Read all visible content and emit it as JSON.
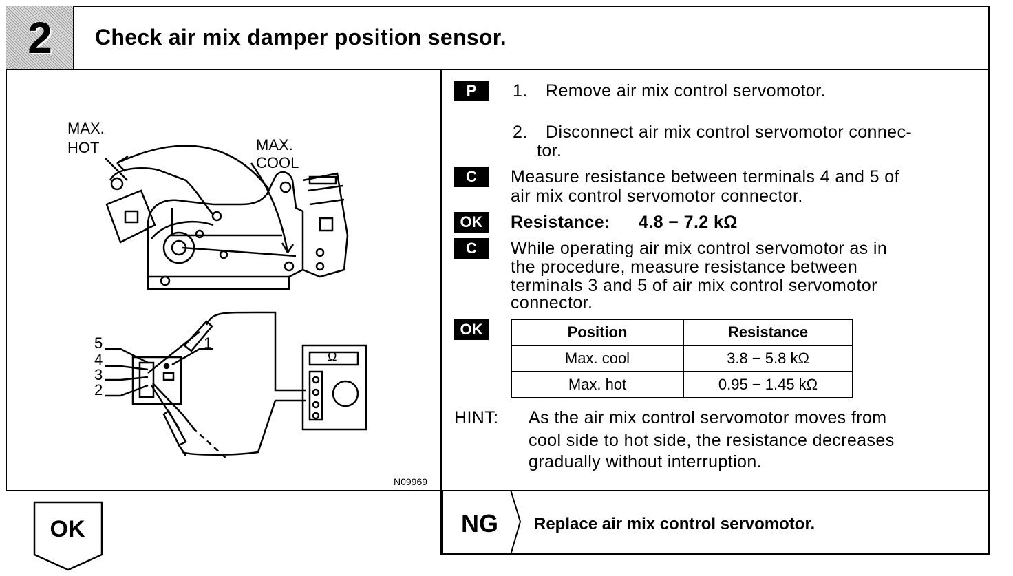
{
  "header": {
    "step_number": "2",
    "title": "Check air mix damper position sensor."
  },
  "figure": {
    "label_max_hot_1": "MAX.",
    "label_max_hot_2": "HOT",
    "label_max_cool_1": "MAX.",
    "label_max_cool_2": "COOL",
    "terminals": [
      "5",
      "4",
      "3",
      "2",
      "1"
    ],
    "meter_symbol": "Ω",
    "figure_code": "N09969"
  },
  "steps": {
    "p_badge": "P",
    "p_step1_num": "1.",
    "p_step1": "Remove air mix control servomotor.",
    "p_step2_num": "2.",
    "p_step2_line1": "Disconnect air mix control servomotor connec-",
    "p_step2_line2": "tor.",
    "c1_badge": "C",
    "c1_line1": "Measure resistance between terminals 4 and 5 of",
    "c1_line2": "air mix control servomotor connector.",
    "ok1_badge": "OK",
    "ok1_label": "Resistance:",
    "ok1_value": "4.8 − 7.2 kΩ",
    "c2_badge": "C",
    "c2_line1": "While operating air mix control servomotor as in",
    "c2_line2": "the  procedure, measure resistance between",
    "c2_line3": "terminals 3 and 5 of air mix control servomotor",
    "c2_line4": "connector.",
    "ok2_badge": "OK"
  },
  "table": {
    "headers": [
      "Position",
      "Resistance"
    ],
    "rows": [
      [
        "Max. cool",
        "3.8 − 5.8 kΩ"
      ],
      [
        "Max. hot",
        "0.95 − 1.45 kΩ"
      ]
    ]
  },
  "hint": {
    "label": "HINT:",
    "line1": "As the air mix control servomotor moves from",
    "line2": "cool side to hot side, the resistance decreases",
    "line3": "gradually without interruption."
  },
  "footer": {
    "ok_label": "OK",
    "ng_label": "NG",
    "ng_action": "Replace air mix control servomotor."
  }
}
